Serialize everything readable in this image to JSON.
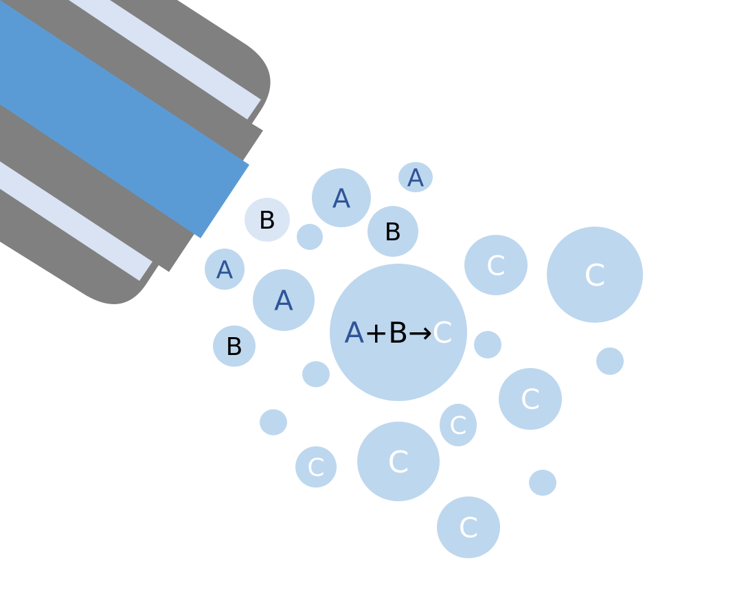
{
  "colors": {
    "nozzle_body": "#808080",
    "nozzle_stripe": "#dae3f3",
    "nozzle_core": "#5b9bd5",
    "particle": "#bdd7ee",
    "particle_light": "#dae6f4",
    "label_a": "#2f5597",
    "label_b": "#000000",
    "label_c": "#ffffff"
  },
  "reaction": {
    "a": "A",
    "plus_b": "+B",
    "arrow": "→",
    "c": "C"
  },
  "particles": [
    {
      "label": "B"
    },
    {
      "label": "A"
    },
    {
      "label": "A"
    },
    {
      "label": ""
    },
    {
      "label": "B"
    },
    {
      "label": "A"
    },
    {
      "label": "A"
    },
    {
      "label": "C"
    },
    {
      "label": "C"
    },
    {
      "label": ""
    },
    {
      "label": "B"
    },
    {
      "label": ""
    },
    {
      "label": "C"
    },
    {
      "label": ""
    },
    {
      "label": ""
    },
    {
      "label": "C"
    },
    {
      "label": "C"
    },
    {
      "label": "C"
    },
    {
      "label": ""
    },
    {
      "label": "C"
    }
  ]
}
